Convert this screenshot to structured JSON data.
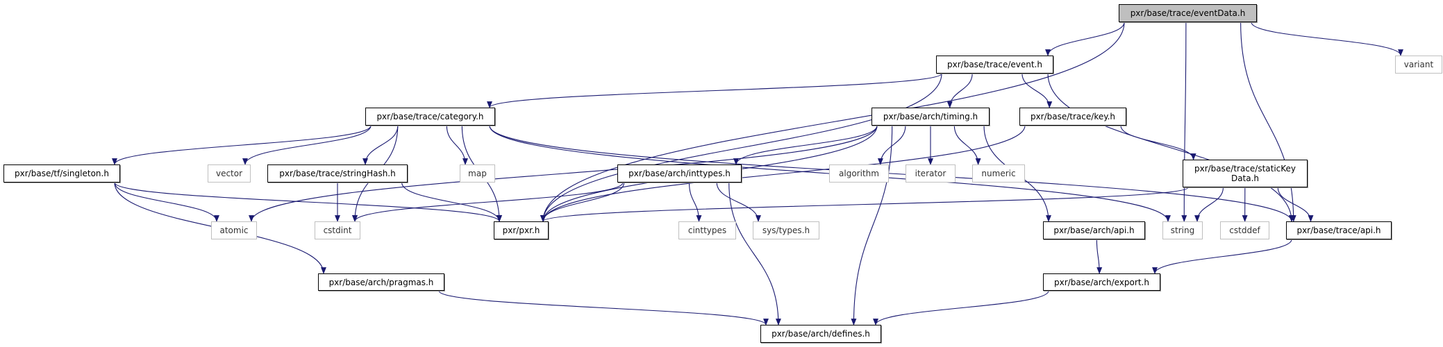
{
  "colors": {
    "edge": "#191970",
    "root_fill": "#bfbfbf",
    "external_border": "#bfbfbf"
  },
  "nodes": [
    {
      "id": "eventData",
      "label": "pxr/base/trace/eventData.h",
      "kind": "root"
    },
    {
      "id": "event",
      "label": "pxr/base/trace/event.h",
      "kind": "link"
    },
    {
      "id": "variant",
      "label": "variant",
      "kind": "ext"
    },
    {
      "id": "category",
      "label": "pxr/base/trace/category.h",
      "kind": "link"
    },
    {
      "id": "timing",
      "label": "pxr/base/arch/timing.h",
      "kind": "link"
    },
    {
      "id": "key",
      "label": "pxr/base/trace/key.h",
      "kind": "link"
    },
    {
      "id": "singleton",
      "label": "pxr/base/tf/singleton.h",
      "kind": "link"
    },
    {
      "id": "vector",
      "label": "vector",
      "kind": "ext"
    },
    {
      "id": "stringHash",
      "label": "pxr/base/trace/stringHash.h",
      "kind": "link"
    },
    {
      "id": "map",
      "label": "map",
      "kind": "ext"
    },
    {
      "id": "inttypes",
      "label": "pxr/base/arch/inttypes.h",
      "kind": "link"
    },
    {
      "id": "algorithm",
      "label": "algorithm",
      "kind": "ext"
    },
    {
      "id": "iterator",
      "label": "iterator",
      "kind": "ext"
    },
    {
      "id": "numeric",
      "label": "numeric",
      "kind": "ext"
    },
    {
      "id": "staticKeyData",
      "label": "pxr/base/trace/staticKey\nData.h",
      "kind": "link"
    },
    {
      "id": "atomic",
      "label": "atomic",
      "kind": "ext"
    },
    {
      "id": "cstdint",
      "label": "cstdint",
      "kind": "ext"
    },
    {
      "id": "pxr",
      "label": "pxr/pxr.h",
      "kind": "link"
    },
    {
      "id": "cinttypes",
      "label": "cinttypes",
      "kind": "ext"
    },
    {
      "id": "systypes",
      "label": "sys/types.h",
      "kind": "ext"
    },
    {
      "id": "archapi",
      "label": "pxr/base/arch/api.h",
      "kind": "link"
    },
    {
      "id": "string",
      "label": "string",
      "kind": "ext"
    },
    {
      "id": "cstddef",
      "label": "cstddef",
      "kind": "ext"
    },
    {
      "id": "traceapi",
      "label": "pxr/base/trace/api.h",
      "kind": "link"
    },
    {
      "id": "pragmas",
      "label": "pxr/base/arch/pragmas.h",
      "kind": "link"
    },
    {
      "id": "export",
      "label": "pxr/base/arch/export.h",
      "kind": "link"
    },
    {
      "id": "defines",
      "label": "pxr/base/arch/defines.h",
      "kind": "link"
    }
  ],
  "edges": [
    [
      "eventData",
      "event"
    ],
    [
      "eventData",
      "pxr"
    ],
    [
      "eventData",
      "string"
    ],
    [
      "eventData",
      "traceapi"
    ],
    [
      "eventData",
      "variant"
    ],
    [
      "event",
      "category"
    ],
    [
      "event",
      "pxr"
    ],
    [
      "event",
      "timing"
    ],
    [
      "event",
      "key"
    ],
    [
      "event",
      "traceapi"
    ],
    [
      "category",
      "singleton"
    ],
    [
      "category",
      "vector"
    ],
    [
      "category",
      "stringHash"
    ],
    [
      "category",
      "map"
    ],
    [
      "category",
      "pxr"
    ],
    [
      "category",
      "cstdint"
    ],
    [
      "category",
      "string"
    ],
    [
      "category",
      "traceapi"
    ],
    [
      "timing",
      "atomic"
    ],
    [
      "timing",
      "pxr"
    ],
    [
      "timing",
      "inttypes"
    ],
    [
      "timing",
      "algorithm"
    ],
    [
      "timing",
      "iterator"
    ],
    [
      "timing",
      "numeric"
    ],
    [
      "timing",
      "defines"
    ],
    [
      "timing",
      "archapi"
    ],
    [
      "key",
      "pxr"
    ],
    [
      "key",
      "staticKeyData"
    ],
    [
      "singleton",
      "atomic"
    ],
    [
      "singleton",
      "pxr"
    ],
    [
      "singleton",
      "pragmas"
    ],
    [
      "stringHash",
      "cstdint"
    ],
    [
      "stringHash",
      "pxr"
    ],
    [
      "inttypes",
      "cstdint"
    ],
    [
      "inttypes",
      "pxr"
    ],
    [
      "inttypes",
      "cinttypes"
    ],
    [
      "inttypes",
      "systypes"
    ],
    [
      "inttypes",
      "defines"
    ],
    [
      "staticKeyData",
      "pxr"
    ],
    [
      "staticKeyData",
      "string"
    ],
    [
      "staticKeyData",
      "cstddef"
    ],
    [
      "staticKeyData",
      "traceapi"
    ],
    [
      "archapi",
      "export"
    ],
    [
      "traceapi",
      "export"
    ],
    [
      "export",
      "defines"
    ],
    [
      "pragmas",
      "defines"
    ]
  ]
}
